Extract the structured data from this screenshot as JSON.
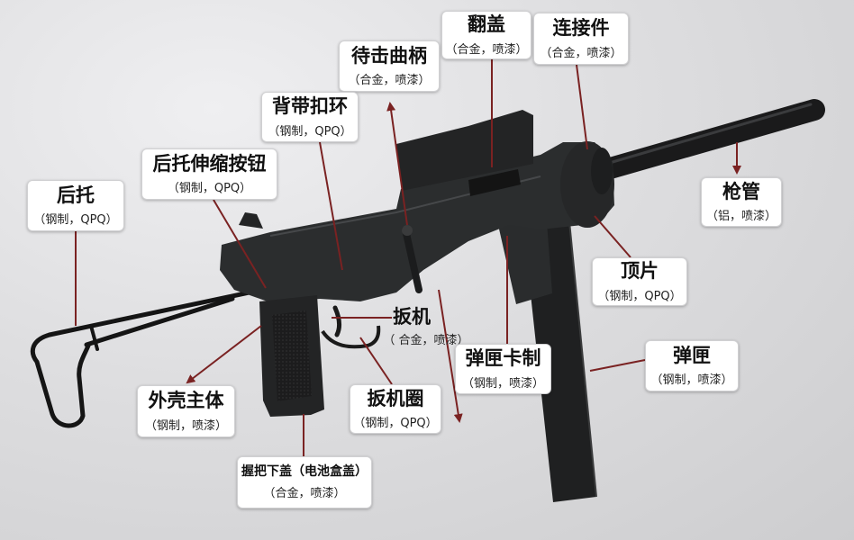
{
  "labels": [
    {
      "title": "翻盖",
      "material": "（合金，喷漆）"
    },
    {
      "title": "连接件",
      "material": "（合金，喷漆）"
    },
    {
      "title": "待击曲柄",
      "material": "（合金，喷漆）"
    },
    {
      "title": "背带扣环",
      "material": "（钢制，QPQ）"
    },
    {
      "title": "后托伸缩按钮",
      "material": "（钢制，QPQ）"
    },
    {
      "title": "后托",
      "material": "（钢制，QPQ）"
    },
    {
      "title": "枪管",
      "material": "（铝，喷漆）"
    },
    {
      "title": "顶片",
      "material": "（钢制，QPQ）"
    },
    {
      "title": "扳机",
      "material": "（ 合金，喷漆）"
    },
    {
      "title": "弹匣卡制",
      "material": "（钢制，喷漆）"
    },
    {
      "title": "弹匣",
      "material": "（钢制，喷漆）"
    },
    {
      "title": "外壳主体",
      "material": "（钢制，喷漆）"
    },
    {
      "title": "扳机圈",
      "material": "（钢制，QPQ）"
    },
    {
      "title": "握把下盖（电池盒盖）",
      "material": "（合金，喷漆）"
    }
  ],
  "colors": {
    "leader_line": "#7a2222",
    "gun_body": "#2a2b2c",
    "background": "#dcdcde"
  }
}
